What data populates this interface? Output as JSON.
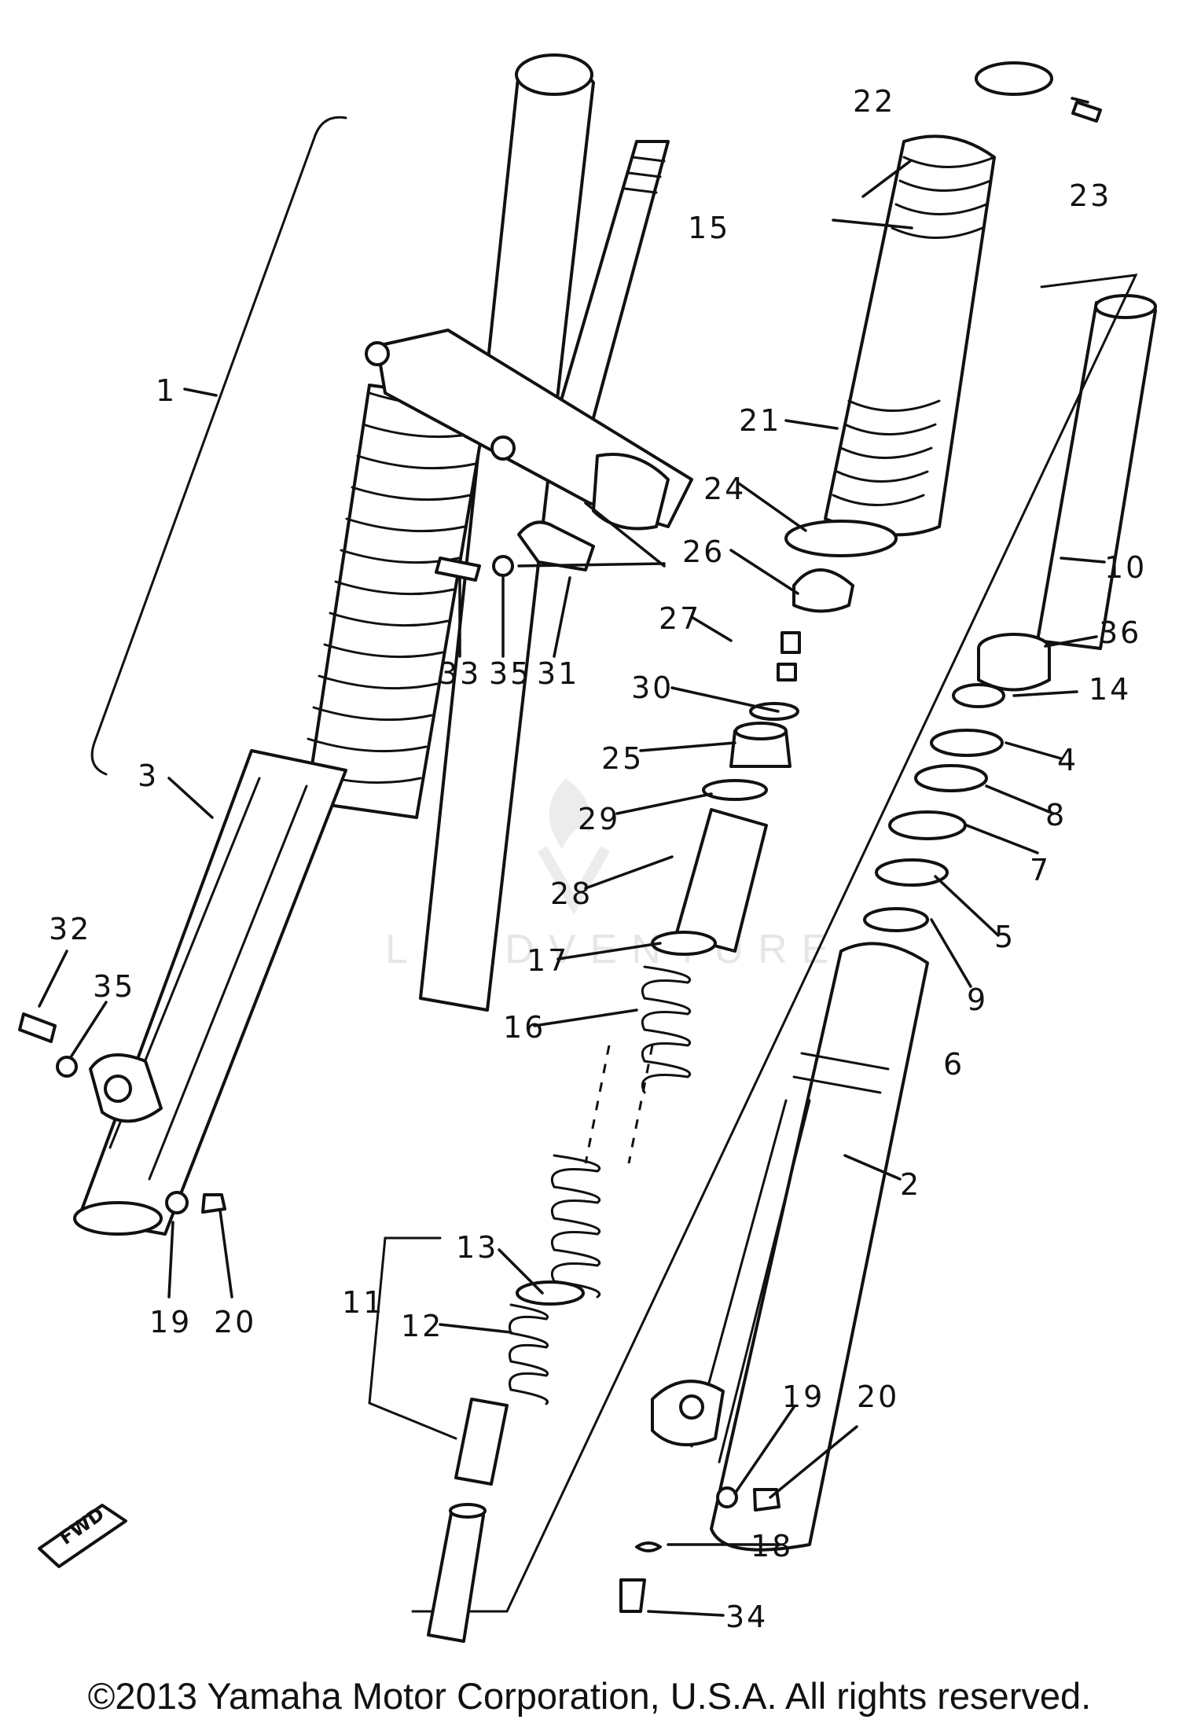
{
  "diagram": {
    "callouts": [
      "1",
      "2",
      "3",
      "4",
      "5",
      "6",
      "7",
      "8",
      "9",
      "10",
      "11",
      "12",
      "13",
      "14",
      "15",
      "16",
      "17",
      "18",
      "19",
      "19",
      "20",
      "20",
      "21",
      "22",
      "23",
      "24",
      "25",
      "26",
      "27",
      "28",
      "29",
      "30",
      "31",
      "32",
      "33",
      "34",
      "35",
      "35",
      "36"
    ]
  },
  "watermark": "LEADVENTURE",
  "fwd_badge": "FWD",
  "copyright": "©2013 Yamaha Motor Corporation, U.S.A. All rights reserved."
}
